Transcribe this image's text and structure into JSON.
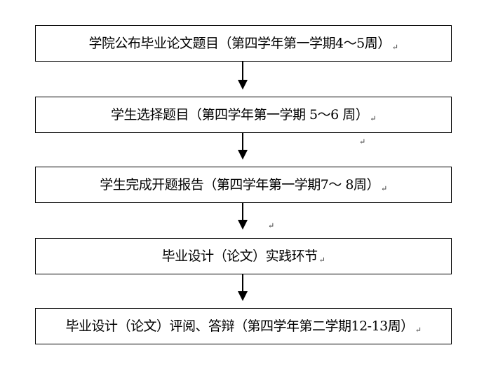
{
  "steps": [
    {
      "text": "学院公布毕业论文题目（第四学年第一学期4～5周）"
    },
    {
      "text": "学生选择题目（第四学年第一学期 5～6 周）"
    },
    {
      "text": "学生完成开题报告（第四学年第一学期7～ 8周）"
    },
    {
      "text": "毕业设计（论文）实践环节"
    },
    {
      "text": "毕业设计（论文）评阅、答辩（第四学年第二学期12-13周）"
    }
  ],
  "return_mark": "↵",
  "colors": {
    "line": "#000000",
    "background": "#ffffff"
  }
}
